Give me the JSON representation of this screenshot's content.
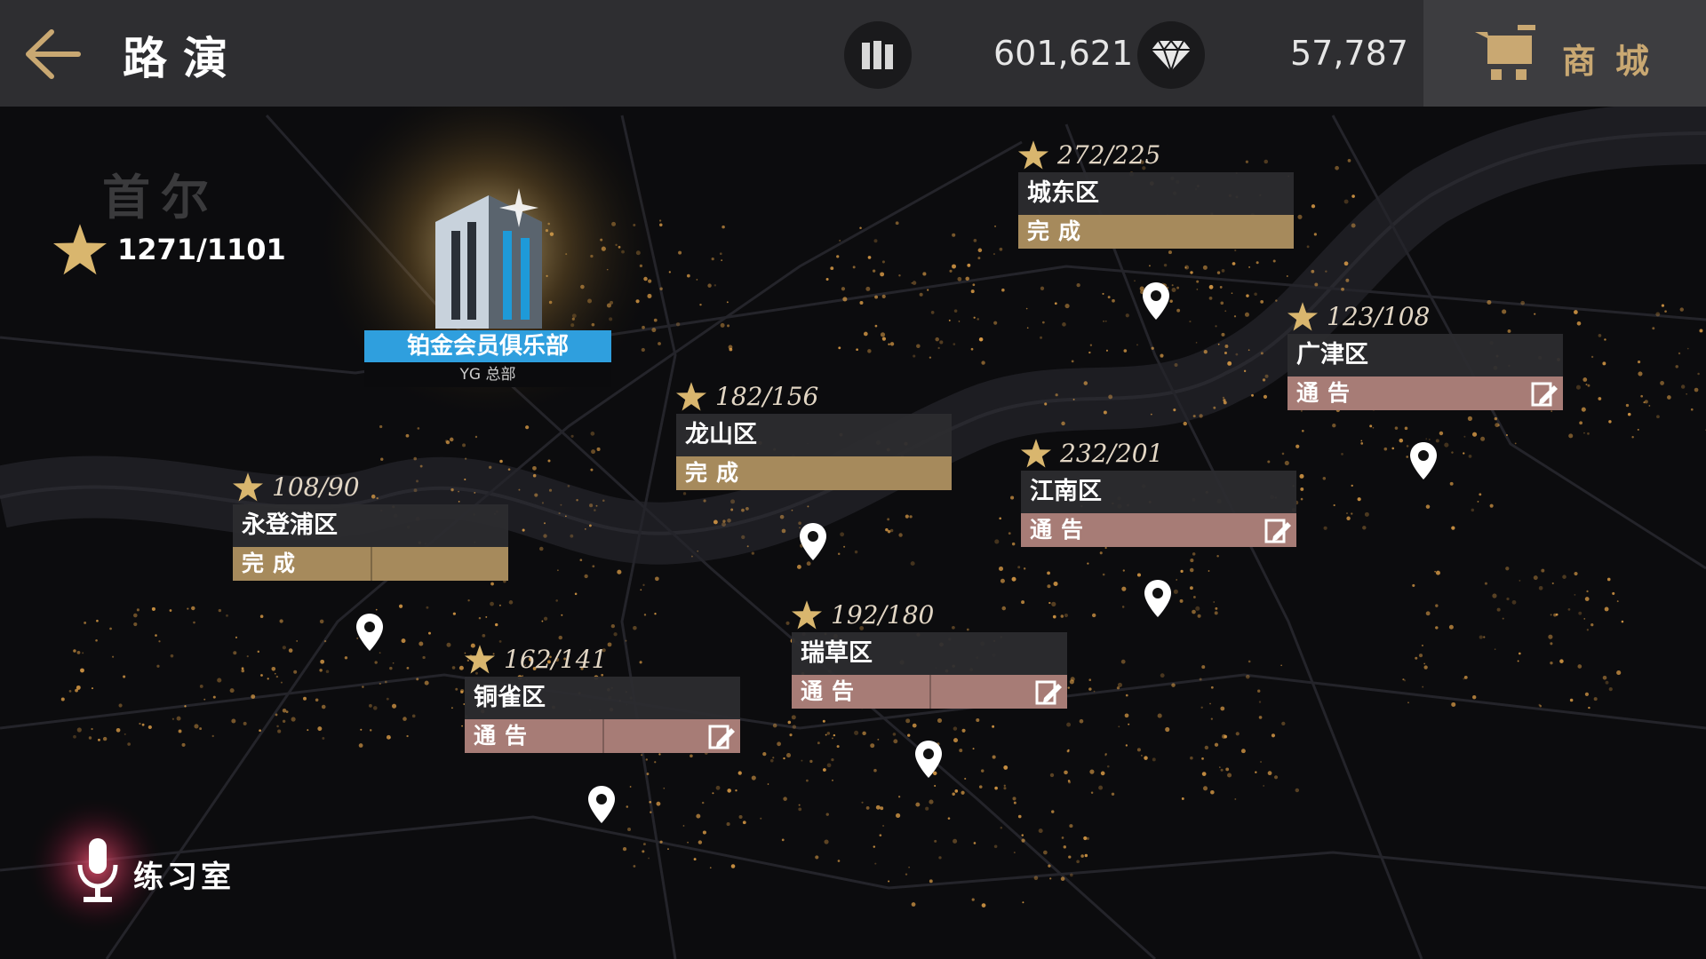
{
  "header": {
    "title": "路演",
    "gold_amount": "601,621",
    "gem_amount": "57,787",
    "shop_label": "商城"
  },
  "city": {
    "name": "首尔",
    "total_stars": "1271/1101"
  },
  "hq": {
    "name": "铂金会员俱乐部",
    "subtitle": "YG 总部"
  },
  "districts": [
    {
      "name": "城东区",
      "stars": "272/225",
      "status": "完成",
      "status_type": "done"
    },
    {
      "name": "广津区",
      "stars": "123/108",
      "status": "通告",
      "status_type": "notice"
    },
    {
      "name": "龙山区",
      "stars": "182/156",
      "status": "完成",
      "status_type": "done"
    },
    {
      "name": "江南区",
      "stars": "232/201",
      "status": "通告",
      "status_type": "notice"
    },
    {
      "name": "永登浦区",
      "stars": "108/90",
      "status": "完成",
      "status_type": "done"
    },
    {
      "name": "瑞草区",
      "stars": "192/180",
      "status": "通告",
      "status_type": "notice"
    },
    {
      "name": "铜雀区",
      "stars": "162/141",
      "status": "通告",
      "status_type": "notice"
    }
  ],
  "practice_room": {
    "label": "练习室"
  },
  "icons": {
    "back": "back-arrow-icon",
    "inventory": "inventory-icon",
    "gem": "gem-icon",
    "shop": "shopping-cart-icon",
    "star": "star-icon",
    "pin": "map-pin-icon",
    "edit": "edit-icon",
    "practice": "microphone-icon"
  },
  "colors": {
    "topbar": "#2e2e31",
    "gold_accent": "#c9a872",
    "done_status": "#a68a5c",
    "notice_status": "#a77c76",
    "hq_label": "#2f9fde",
    "map_bg": "#0c0c0e",
    "city_lights": "#e8a54a"
  }
}
